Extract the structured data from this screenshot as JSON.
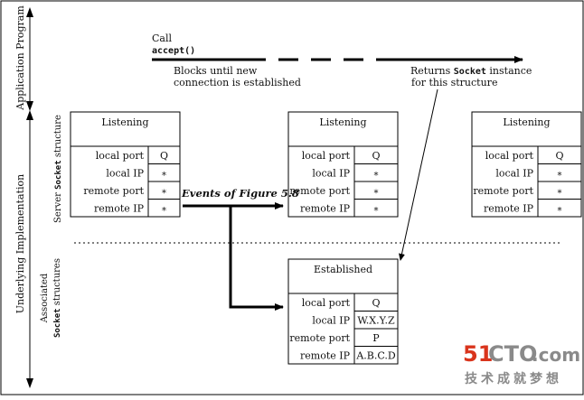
{
  "labels": {
    "app_program": "Application Program",
    "underlying": "Underlying Implementation",
    "server_prefix": "Server ",
    "server_mono": "Socket",
    "server_suffix": " structure",
    "assoc_line1": "Associated",
    "assoc_mono": "Socket",
    "assoc_suffix": " structures",
    "call": "Call",
    "accept": "accept()",
    "blocks_line1": "Blocks until new",
    "blocks_line2": "connection is established",
    "returns_prefix": "Returns ",
    "returns_mono": "Socket",
    "returns_suffix": " instance",
    "returns_line2": "for this structure",
    "events": "Events of Figure 5.8"
  },
  "tables": {
    "left": {
      "title": "Listening",
      "rows": [
        {
          "key": "local port",
          "value": "Q"
        },
        {
          "key": "local IP",
          "value": "*"
        },
        {
          "key": "remote port",
          "value": "*"
        },
        {
          "key": "remote IP",
          "value": "*"
        }
      ]
    },
    "middle": {
      "title": "Listening",
      "rows": [
        {
          "key": "local port",
          "value": "Q"
        },
        {
          "key": "local IP",
          "value": "*"
        },
        {
          "key": "remote port",
          "value": "*"
        },
        {
          "key": "remote IP",
          "value": "*"
        }
      ]
    },
    "right": {
      "title": "Listening",
      "rows": [
        {
          "key": "local port",
          "value": "Q"
        },
        {
          "key": "local IP",
          "value": "*"
        },
        {
          "key": "remote port",
          "value": "*"
        },
        {
          "key": "remote IP",
          "value": "*"
        }
      ]
    },
    "established": {
      "title": "Established",
      "rows": [
        {
          "key": "local port",
          "value": "Q"
        },
        {
          "key": "local IP",
          "value": "W.X.Y.Z"
        },
        {
          "key": "remote port",
          "value": "P"
        },
        {
          "key": "remote IP",
          "value": "A.B.C.D"
        }
      ]
    }
  },
  "watermark": {
    "brand_num": "51",
    "brand_cto": "CTO",
    "brand_dom": ".com",
    "tagline": "技术成就梦想"
  },
  "colors": {
    "line": "#000000",
    "watermark_red": "#d9341c",
    "watermark_grey": "#8a8a8a"
  }
}
